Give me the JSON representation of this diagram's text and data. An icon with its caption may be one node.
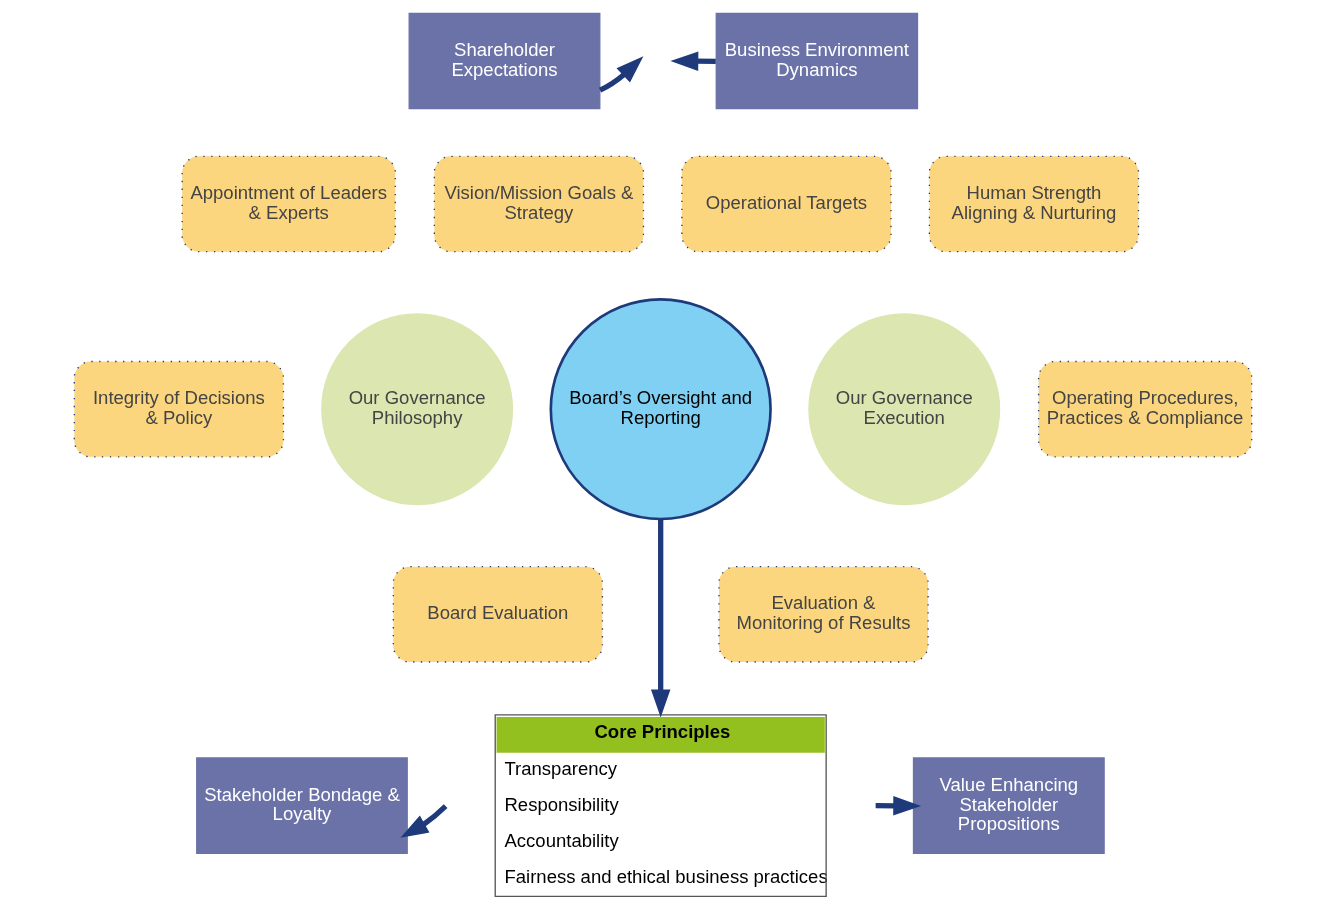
{
  "diagram": {
    "nodes": [
      {
        "text": [
          "Shareholder Expectations"
        ]
      },
      {
        "text": [
          "Business Environment Dynamics"
        ]
      },
      {
        "text": [
          "Appointment of Leaders & Experts"
        ]
      },
      {
        "text": [
          "Vision/Mission Goals & Strategy"
        ]
      },
      {
        "text": [
          "Integrity of Decisions & Policy"
        ]
      },
      {
        "text": [
          "Our Governance Philosophy"
        ]
      },
      {
        "text": [
          "Board Evaluation"
        ]
      },
      {
        "text": [
          "Operational Targets"
        ]
      },
      {
        "text": [
          "Human Strength Aligning & Nurturing"
        ]
      },
      {
        "text": [
          "Board’s Oversight and Reporting"
        ]
      },
      {
        "text": [
          "Our Governance Execution"
        ]
      },
      {
        "text": [
          "Operating Procedures, Practices & Compliance"
        ]
      },
      {
        "text": [
          "Evaluation & Monitoring of Results"
        ]
      },
      {
        "text": [
          "Core Principles",
          "Transparency",
          "Responsibility",
          "Accountability",
          "Fairness and ethical business practices"
        ]
      },
      {
        "text": [
          "Stakeholder Bondage & Loyalty"
        ]
      },
      {
        "text": [
          "Value Enhancing Stakeholder Propositions"
        ]
      }
    ],
    "edges": [
      {
        "from": 0,
        "to": null,
        "arrow": "to"
      },
      {
        "from": 1,
        "to": null,
        "arrow": "to"
      },
      {
        "from": 9,
        "to": 13,
        "arrow": "to"
      },
      {
        "from": null,
        "to": 14,
        "arrow": "to"
      },
      {
        "from": null,
        "to": 15,
        "arrow": "to"
      }
    ]
  }
}
